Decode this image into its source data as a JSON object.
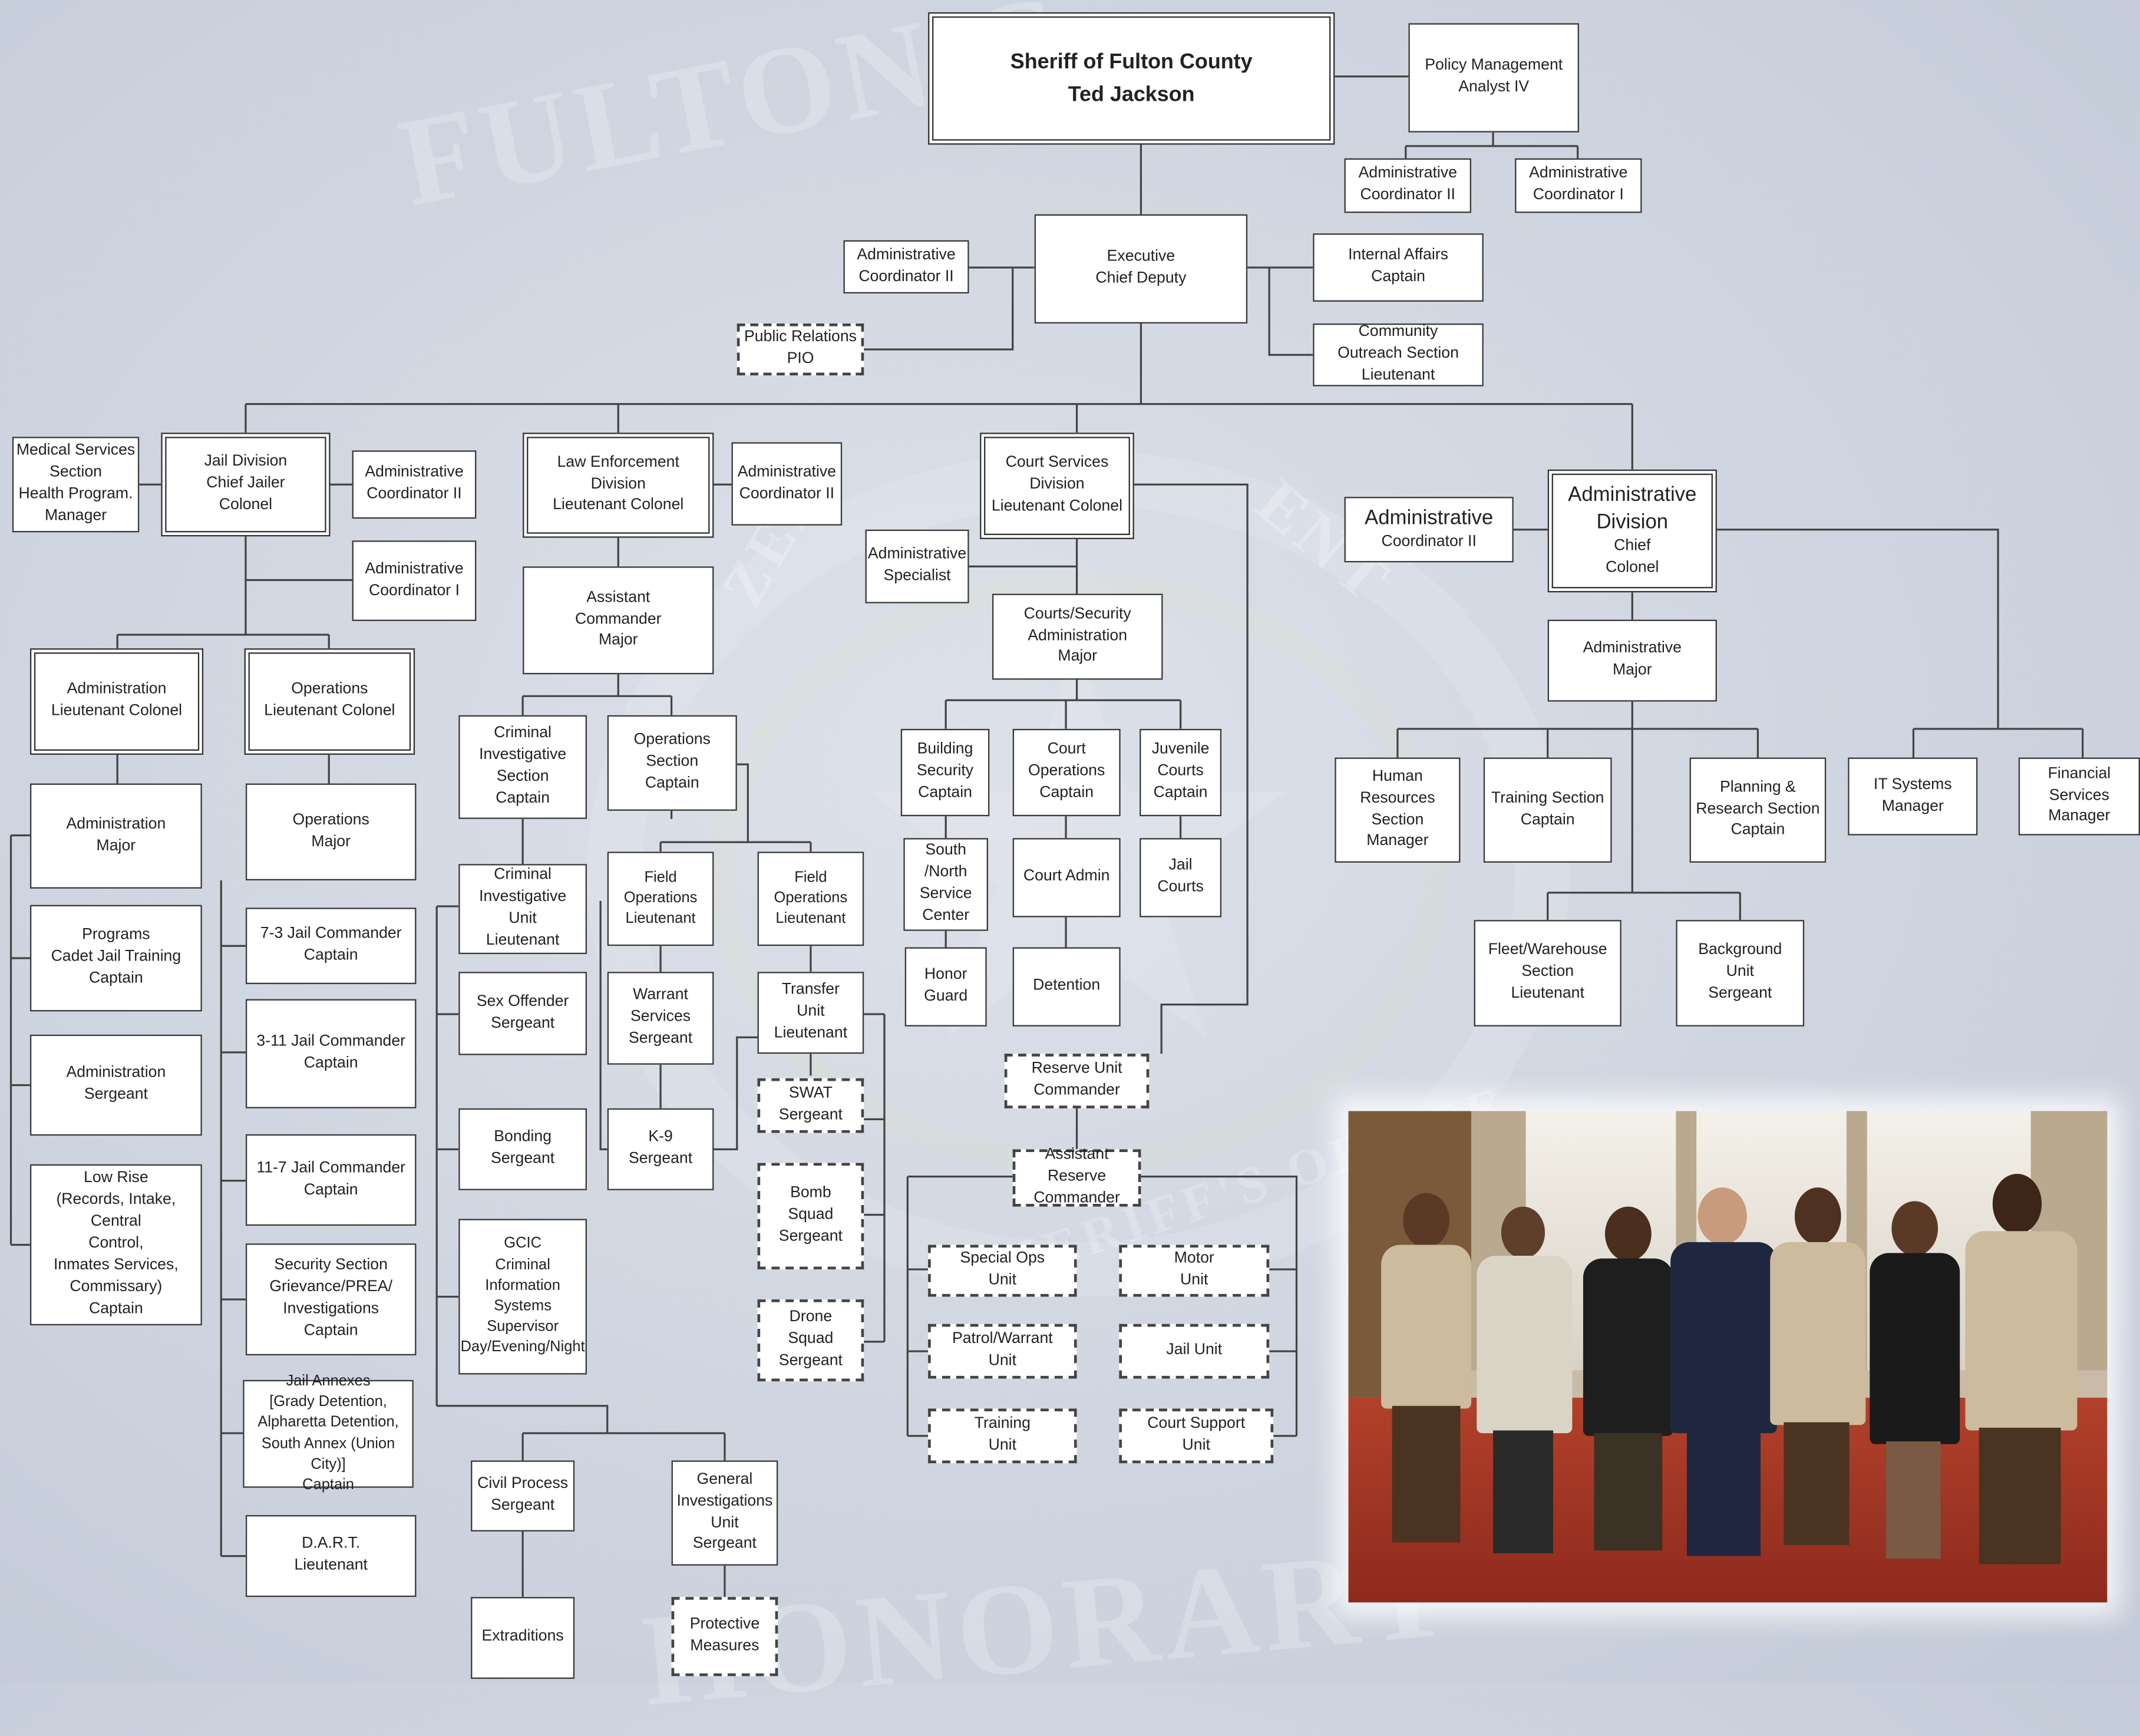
{
  "watermark": {
    "top_text": "FULTON C",
    "bottom_text": "HONORARY",
    "seal_right": "ENT",
    "seal_left": "ZEN",
    "seal_bottom": "SHERIFF'S OFFICE"
  },
  "org_chart": {
    "sheriff": "Sheriff of Fulton County\nTed Jackson",
    "policy_analyst": "Policy Management\nAnalyst IV",
    "admin_coord_ii_top": "Administrative\nCoordinator II",
    "admin_coord_i_top": "Administrative\nCoordinator I",
    "admin_coord_ii_exec": "Administrative\nCoordinator II",
    "executive_chief_deputy": "Executive\nChief Deputy",
    "internal_affairs": "Internal Affairs\nCaptain",
    "public_relations": "Public Relations\nPIO",
    "community_outreach": "Community\nOutreach Section\nLieutenant",
    "medical_services": "Medical Services\nSection\nHealth Program.\nManager",
    "jail_division": "Jail Division\nChief Jailer\nColonel",
    "admin_coord_ii_jail": "Administrative\nCoordinator II",
    "admin_coord_i_jail": "Administrative\nCoordinator I",
    "jail_admin_ltcol": "Administration\nLieutenant Colonel",
    "jail_ops_ltcol": "Operations\nLieutenant Colonel",
    "admin_major": "Administration\nMajor",
    "programs": "Programs\nCadet Jail Training\nCaptain",
    "admin_sergeant": "Administration\nSergeant",
    "low_rise": "Low Rise\n(Records, Intake, Central\nControl,\nInmates Services,\nCommissary)\nCaptain",
    "ops_major": "Operations\nMajor",
    "jail_7_3": "7-3 Jail Commander\nCaptain",
    "jail_3_11": "3-11 Jail Commander\nCaptain",
    "jail_11_7": "11-7 Jail Commander\nCaptain",
    "security_section": "Security Section\nGrievance/PREA/\nInvestigations\nCaptain",
    "jail_annexes": "Jail Annexes\n[Grady Detention,\nAlpharetta Detention,\nSouth Annex (Union City)]\nCaptain",
    "dart": "D.A.R.T.\nLieutenant",
    "law_enforcement": "Law Enforcement\nDivision\nLieutenant Colonel",
    "admin_coord_ii_le": "Administrative\nCoordinator II",
    "asst_commander": "Assistant\nCommander\nMajor",
    "criminal_invest_section": "Criminal\nInvestigative\nSection\nCaptain",
    "operations_section": "Operations\nSection\nCaptain",
    "criminal_invest_unit": "Criminal\nInvestigative\nUnit\nLieutenant",
    "sex_offender": "Sex Offender\nSergeant",
    "bonding": "Bonding\nSergeant",
    "gcic": "GCIC\nCriminal\nInformation\nSystems\nSupervisor\nDay/Evening/Night",
    "field_ops_1": "Field Operations\nLieutenant",
    "field_ops_2": "Field Operations\nLieutenant",
    "warrant_services": "Warrant\nServices\nSergeant",
    "k9": "K-9\nSergeant",
    "transfer_unit": "Transfer\nUnit\nLieutenant",
    "swat": "SWAT\nSergeant",
    "bomb_squad": "Bomb\nSquad\nSergeant",
    "drone_squad": "Drone\nSquad\nSergeant",
    "civil_process": "Civil Process\nSergeant",
    "general_invest": "General\nInvestigations\nUnit\nSergeant",
    "extraditions": "Extraditions",
    "protective_measures": "Protective\nMeasures",
    "court_services": "Court Services Division\nLieutenant Colonel",
    "admin_specialist": "Administrative\nSpecialist",
    "courts_security_admin": "Courts/Security\nAdministration\nMajor",
    "building_security": "Building\nSecurity\nCaptain",
    "court_operations": "Court\nOperations\nCaptain",
    "juvenile_courts": "Juvenile\nCourts\nCaptain",
    "south_north": "South /North\nService\nCenter",
    "court_admin": "Court Admin",
    "jail_courts": "Jail\nCourts",
    "honor_guard": "Honor\nGuard",
    "detention": "Detention",
    "reserve_unit": "Reserve Unit\nCommander",
    "asst_reserve": "Assistant Reserve\nCommander",
    "special_ops": "Special Ops\nUnit",
    "motor_unit": "Motor\nUnit",
    "patrol_warrant": "Patrol/Warrant\nUnit",
    "jail_unit": "Jail Unit",
    "training_unit": "Training\nUnit",
    "court_support": "Court Support\nUnit",
    "admin_coord_ii_ad_title": "Administrative",
    "admin_coord_ii_ad_sub": "Coordinator II",
    "admin_division_title": "Administrative\nDivision",
    "admin_division_sub": "Chief\nColonel",
    "admin_major_ad": "Administrative\nMajor",
    "human_resources": "Human Resources\nSection\nManager",
    "training_section": "Training Section\nCaptain",
    "planning_research": "Planning &\nResearch Section\nCaptain",
    "it_systems": "IT Systems\nManager",
    "financial_services": "Financial Services\nManager",
    "fleet_warehouse": "Fleet/Warehouse\nSection\nLieutenant",
    "background_unit": "Background\nUnit\nSergeant"
  },
  "colors": {
    "box_border": "#3a3a3a",
    "line": "#444444",
    "background": "#cfd5e0",
    "carpet": "#a53a25"
  }
}
